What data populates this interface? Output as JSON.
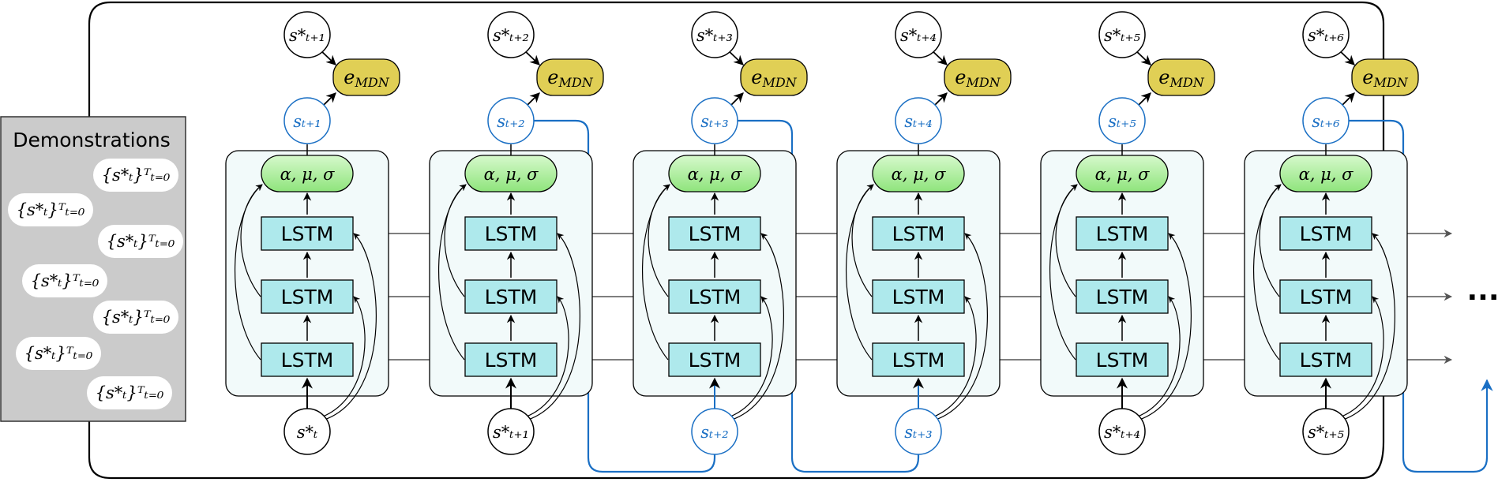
{
  "demonstrations": {
    "title": "Demonstrations",
    "items": [
      "{s*ₜ}ᵀₜ₌₀",
      "{s*ₜ}ᵀₜ₌₀",
      "{s*ₜ}ᵀₜ₌₀",
      "{s*ₜ}ᵀₜ₌₀",
      "{s*ₜ}ᵀₜ₌₀",
      "{s*ₜ}ᵀₜ₌₀",
      "{s*ₜ}ᵀₜ₌₀"
    ]
  },
  "columns": [
    {
      "target": "s*ₜ₊₁",
      "output": "sₜ₊₁",
      "input": "s*ₜ",
      "input_is_prediction": false
    },
    {
      "target": "s*ₜ₊₂",
      "output": "sₜ₊₂",
      "input": "s*ₜ₊₁",
      "input_is_prediction": false
    },
    {
      "target": "s*ₜ₊₃",
      "output": "sₜ₊₃",
      "input": "sₜ₊₂",
      "input_is_prediction": true
    },
    {
      "target": "s*ₜ₊₄",
      "output": "sₜ₊₄",
      "input": "sₜ₊₃",
      "input_is_prediction": true
    },
    {
      "target": "s*ₜ₊₅",
      "output": "sₜ₊₅",
      "input": "s*ₜ₊₄",
      "input_is_prediction": false
    },
    {
      "target": "s*ₜ₊₆",
      "output": "sₜ₊₆",
      "input": "s*ₜ₊₅",
      "input_is_prediction": false
    }
  ],
  "labels": {
    "lstm": "LSTM",
    "mdn_params": "α, μ, σ",
    "error_base": "e",
    "error_sub": "MDN",
    "continuation": "..."
  },
  "colors": {
    "prediction_blue": "#1a6fc4",
    "lstm_fill": "#aee9ec",
    "mdn_green": "#a8ee98",
    "error_yellow": "#e0cf55",
    "panel_gray": "#cbcbcb",
    "cell_bg": "#f2fafa"
  }
}
